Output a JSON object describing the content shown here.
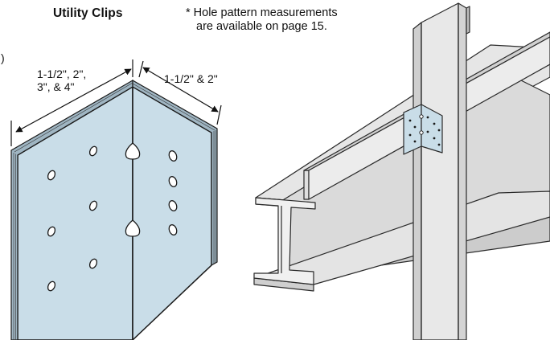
{
  "title": "Utility Clips",
  "note": {
    "line1": "* Hole pattern measurements",
    "line2": "are available on page 15."
  },
  "dimensions": {
    "left_line1": "1-1/2\", 2\",",
    "left_line2": "3\", & 4\"",
    "right": "1-1/2\" & 2\""
  },
  "edge_mark": ")",
  "colors": {
    "clip_fill": "#c9dde8",
    "steel_fill": "#e3e3e3",
    "steel_shade": "#cfcfcf",
    "outline": "#1a1a1a"
  }
}
